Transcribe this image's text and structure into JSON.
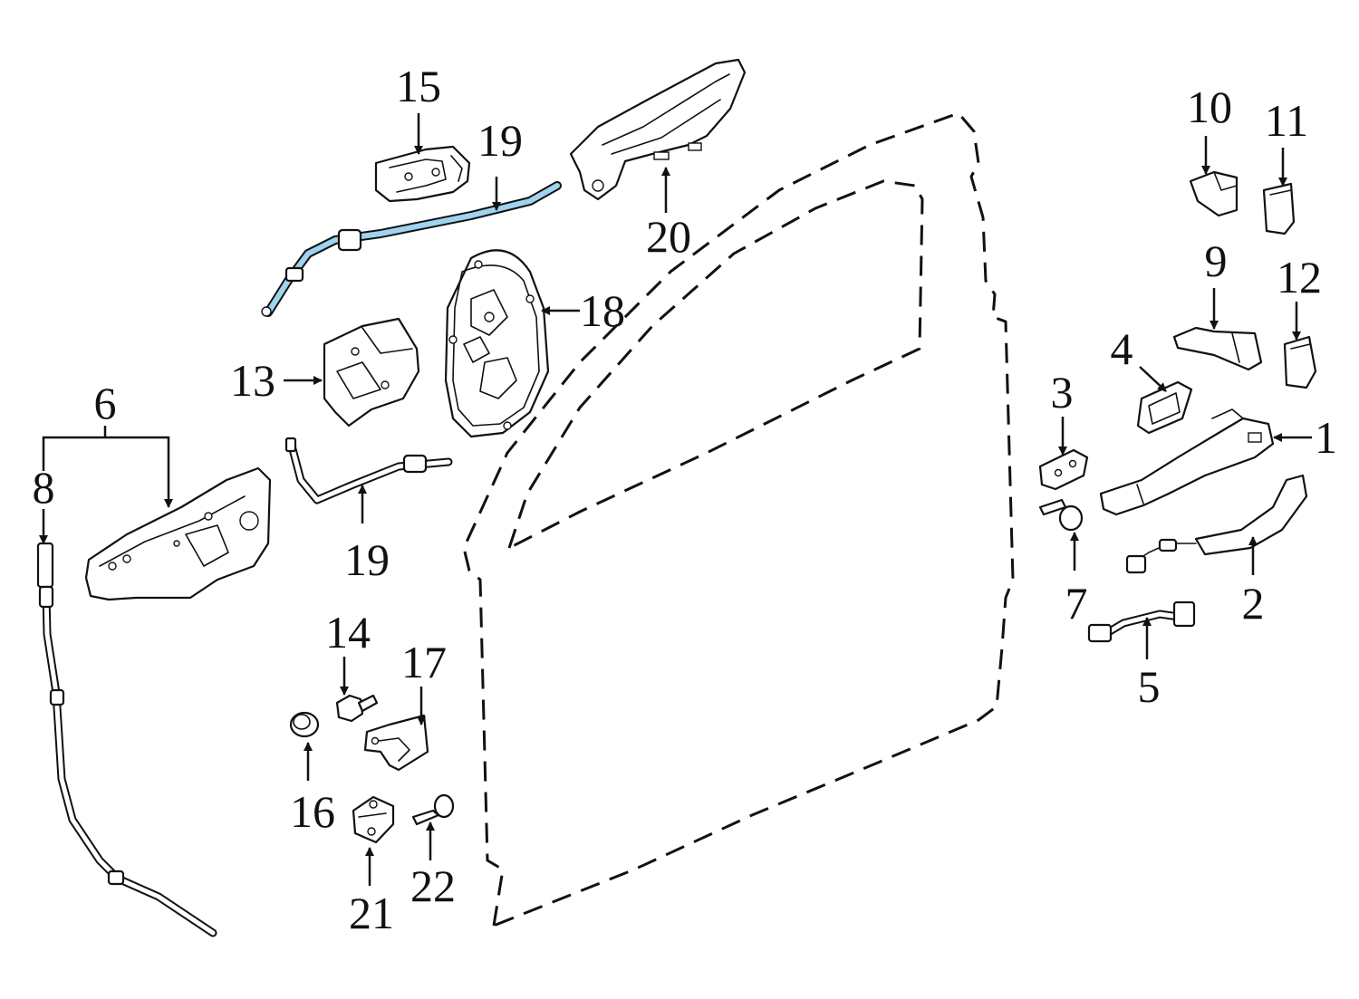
{
  "diagram": {
    "highlight_color": "#9fd3ee",
    "line_color": "#111111",
    "background": "#ffffff",
    "callouts": {
      "p1": "1",
      "p2": "2",
      "p3": "3",
      "p4": "4",
      "p5": "5",
      "p6": "6",
      "p7": "7",
      "p8": "8",
      "p9": "9",
      "p10": "10",
      "p11": "11",
      "p12": "12",
      "p13": "13",
      "p14": "14",
      "p15": "15",
      "p16": "16",
      "p17": "17",
      "p18": "18",
      "p19a": "19",
      "p19b": "19",
      "p20": "20",
      "p21": "21",
      "p22": "22"
    }
  }
}
